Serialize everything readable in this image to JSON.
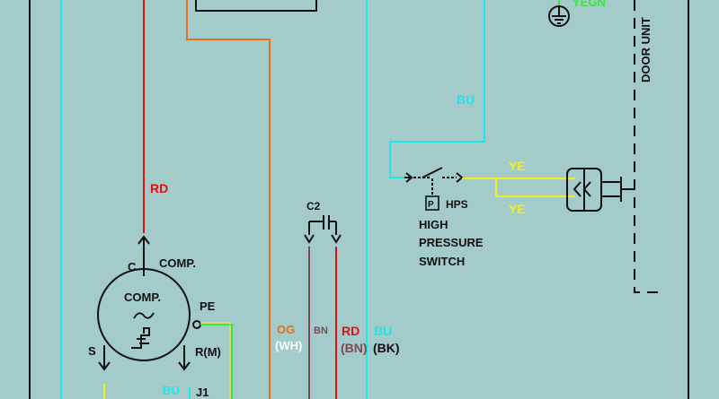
{
  "colors": {
    "background": "#a3cbc9",
    "black": "#111111",
    "red": "#e01010",
    "orange": "#e2701e",
    "brown": "#7a4b4b",
    "blue_cyan": "#1fe6ef",
    "yellow": "#f2f01a",
    "green": "#3fe23f"
  },
  "labels": {
    "yegn": "YEGN",
    "door_unit": "DOOR UNIT",
    "bu_top": "BU",
    "rd_mid": "RD",
    "ye_1": "YE",
    "ye_2": "YE",
    "hps_p": "P",
    "hps_code": "HPS",
    "hps_line1": "HIGH",
    "hps_line2": "PRESSURE",
    "hps_line3": "SWITCH",
    "c2": "C2",
    "comp_c": "C",
    "comp_title": "COMP.",
    "comp_inner": "COMP.",
    "pe": "PE",
    "s": "S",
    "rm": "R(M)",
    "bu_bottom": "BU",
    "j1": "J1",
    "og": "OG",
    "wh": "(WH)",
    "bn": "BN",
    "rd_bottom": "RD",
    "bn_paren": "(BN)",
    "bu_right": "BU",
    "bk_paren": "(BK)"
  }
}
